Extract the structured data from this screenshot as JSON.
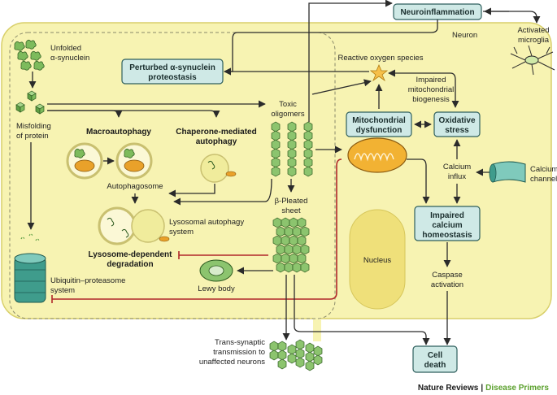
{
  "labels": {
    "neuron": "Neuron",
    "unfolded": [
      "Unfolded",
      "α-synuclein"
    ],
    "misfolding": [
      "Misfolding",
      "of protein"
    ],
    "macroautophagy": "Macroautophagy",
    "chaperone": [
      "Chaperone-mediated",
      "autophagy"
    ],
    "autophagosome": "Autophagosome",
    "lysosomal_system": [
      "Lysosomal autophagy",
      "system"
    ],
    "lysosome_degradation": [
      "Lysosome-dependent",
      "degradation"
    ],
    "lewy_body": "Lewy body",
    "ups": [
      "Ubiquitin–proteasome",
      "system"
    ],
    "toxic_oligomers": [
      "Toxic",
      "oligomers"
    ],
    "beta_sheet": [
      "β-Pleated",
      "sheet"
    ],
    "ros": "Reactive oxygen species",
    "impaired_biogenesis": [
      "Impaired",
      "mitochondrial",
      "biogenesis"
    ],
    "calcium_influx": [
      "Calcium",
      "influx"
    ],
    "calcium_channel": [
      "Calcium",
      "channel"
    ],
    "activated_microglia": [
      "Activated",
      "microglia"
    ],
    "nucleus": "Nucleus",
    "caspase": [
      "Caspase",
      "activation"
    ],
    "trans_synaptic": [
      "Trans-synaptic",
      "transmission to",
      "unaffected neurons"
    ]
  },
  "boxes": {
    "neuroinflammation": [
      "Neuroinflammation"
    ],
    "perturbed": [
      "Perturbed α-synuclein",
      "proteostasis"
    ],
    "mito_dysfunction": [
      "Mitochondrial",
      "dysfunction"
    ],
    "oxidative": [
      "Oxidative",
      "stress"
    ],
    "impaired_calcium": [
      "Impaired",
      "calcium",
      "homeostasis"
    ],
    "cell_death": [
      "Cell",
      "death"
    ]
  },
  "footer": {
    "publisher": "Nature Reviews",
    "separator": "|",
    "journal": "Disease Primers"
  }
}
